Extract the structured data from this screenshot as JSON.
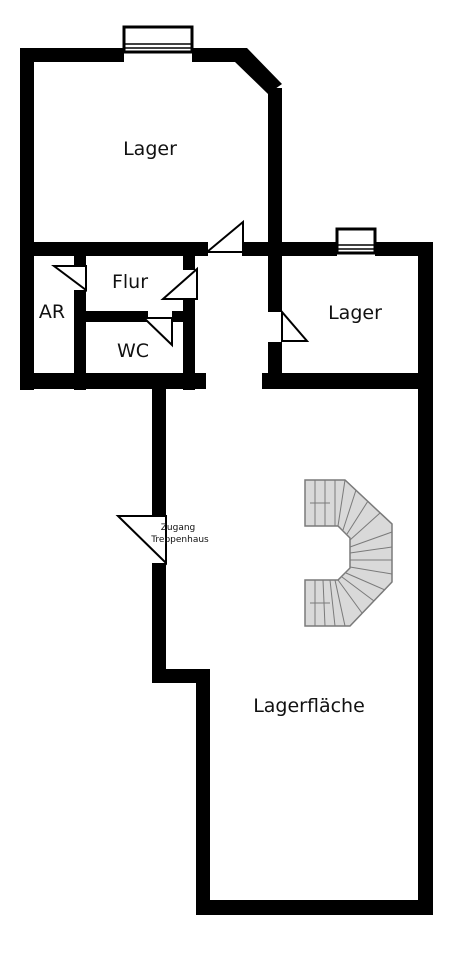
{
  "rooms": {
    "lager_top": "Lager",
    "flur": "Flur",
    "ar": "AR",
    "wc": "WC",
    "lager_right": "Lager",
    "lagerflaeche": "Lagerfläche"
  },
  "doors": {
    "stair_access_line1": "Zugang",
    "stair_access_line2": "Treppenhaus"
  },
  "colors": {
    "wall": "#000000",
    "background": "#ffffff",
    "stair_fill": "#d9d9d9",
    "stair_line": "#7a7a7a"
  }
}
